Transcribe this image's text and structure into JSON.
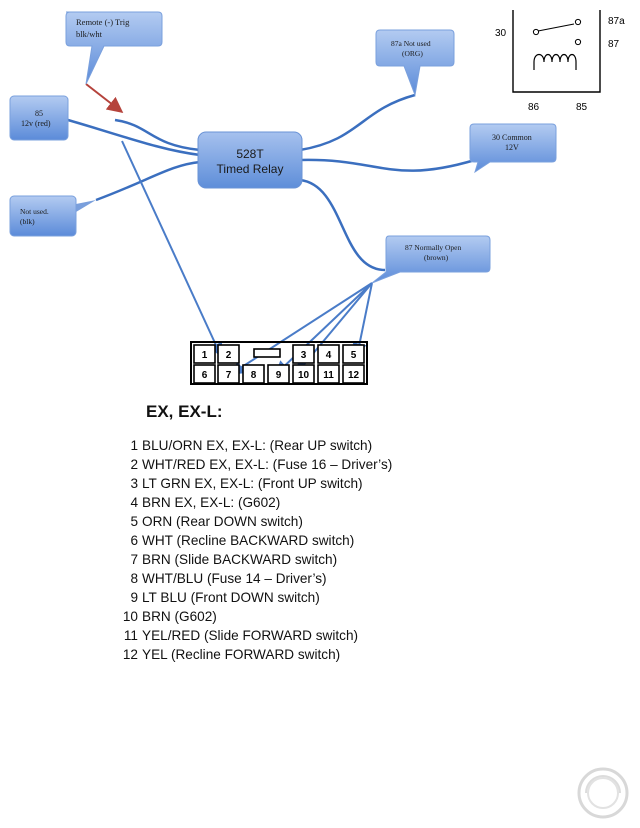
{
  "callouts": {
    "remote_trig": [
      "Remote (-) Trig",
      "blk/wht"
    ],
    "pin85": [
      "85",
      "12v (red)"
    ],
    "not_used": [
      "Not used.",
      "(blk)"
    ],
    "pin87a": [
      "87a Not used",
      "(ORG)"
    ],
    "common30": [
      "30 Common",
      "12V"
    ],
    "pin87": [
      "87 Normally Open",
      "(brown)"
    ]
  },
  "relay_box": [
    "528T",
    "Timed Relay"
  ],
  "relay_symbol": {
    "pin30": "30",
    "pin87a": "87a",
    "pin87": "87",
    "pin86": "86",
    "pin85": "85"
  },
  "connector": {
    "top_row": [
      "1",
      "2",
      "3",
      "4",
      "5"
    ],
    "bottom_row": [
      "6",
      "7",
      "8",
      "9",
      "10",
      "11",
      "12"
    ]
  },
  "legend": {
    "title": "EX, EX-L:",
    "items": [
      {
        "num": "1",
        "text": "BLU/ORN EX, EX-L: (Rear UP switch)"
      },
      {
        "num": "2",
        "text": "WHT/RED EX, EX-L: (Fuse 16 – Driver’s)"
      },
      {
        "num": "3",
        "text": "LT GRN EX, EX-L: (Front UP switch)"
      },
      {
        "num": "4",
        "text": "BRN EX, EX-L: (G602)"
      },
      {
        "num": "5",
        "text": "ORN (Rear DOWN switch)"
      },
      {
        "num": "6",
        "text": "WHT (Recline BACKWARD switch)"
      },
      {
        "num": "7",
        "text": "BRN (Slide BACKWARD switch)"
      },
      {
        "num": "8",
        "text": "WHT/BLU (Fuse 14 – Driver’s)"
      },
      {
        "num": "9",
        "text": "LT BLU (Front DOWN switch)"
      },
      {
        "num": "10",
        "text": "BRN (G602)"
      },
      {
        "num": "11",
        "text": "YEL/RED (Slide FORWARD switch)"
      },
      {
        "num": "12",
        "text": "YEL (Recline FORWARD switch)"
      }
    ]
  },
  "colors": {
    "callout_top": "#a9c4ef",
    "callout_bottom": "#5a8ad8",
    "wire": "#3b6fbf",
    "remote_arrow": "#b5433c"
  }
}
